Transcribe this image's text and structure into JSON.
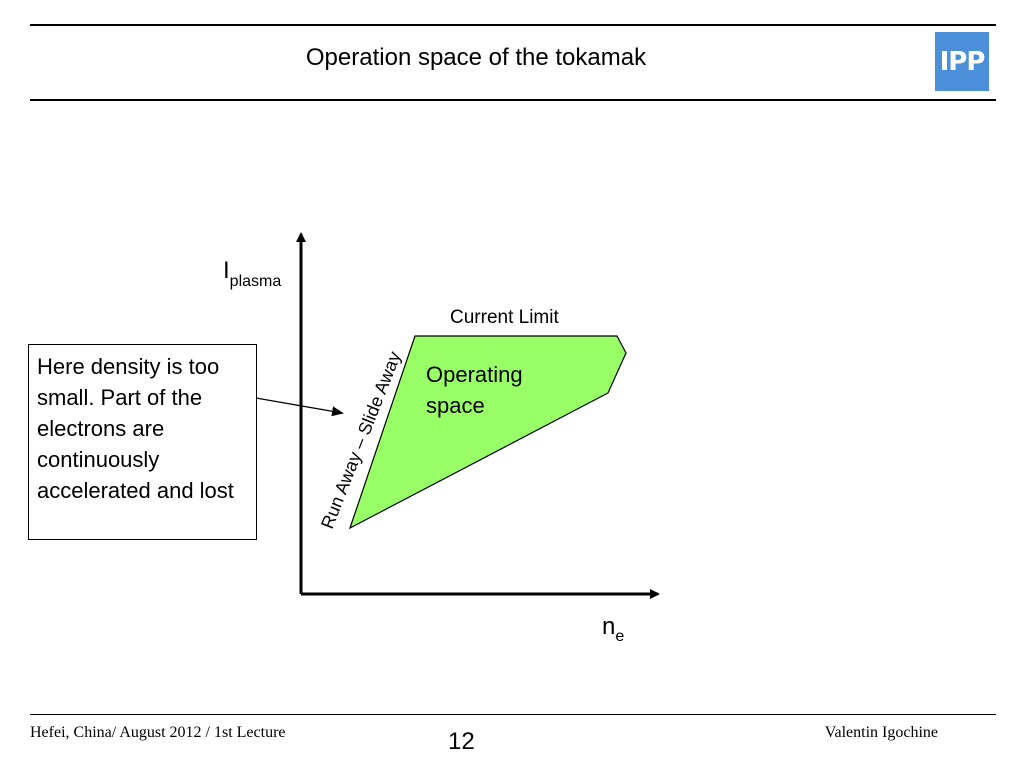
{
  "header": {
    "title": "Operation space of the tokamak",
    "logo_text": "IPP"
  },
  "diagram": {
    "y_axis_label": "I",
    "y_axis_subscript": "plasma",
    "x_axis_label": "n",
    "x_axis_subscript": "e",
    "top_boundary_label": "Current Limit",
    "left_boundary_label": "Run Away – Slide Away",
    "region_label_line1": "Operating",
    "region_label_line2": "space",
    "region_color": "#99ff66"
  },
  "note": {
    "text": "Here density is too small. Part of the electrons are continuously accelerated and lost"
  },
  "footer": {
    "left": "Hefei, China/ August 2012 / 1st Lecture",
    "page_number": "12",
    "right": "Valentin Igochine"
  }
}
